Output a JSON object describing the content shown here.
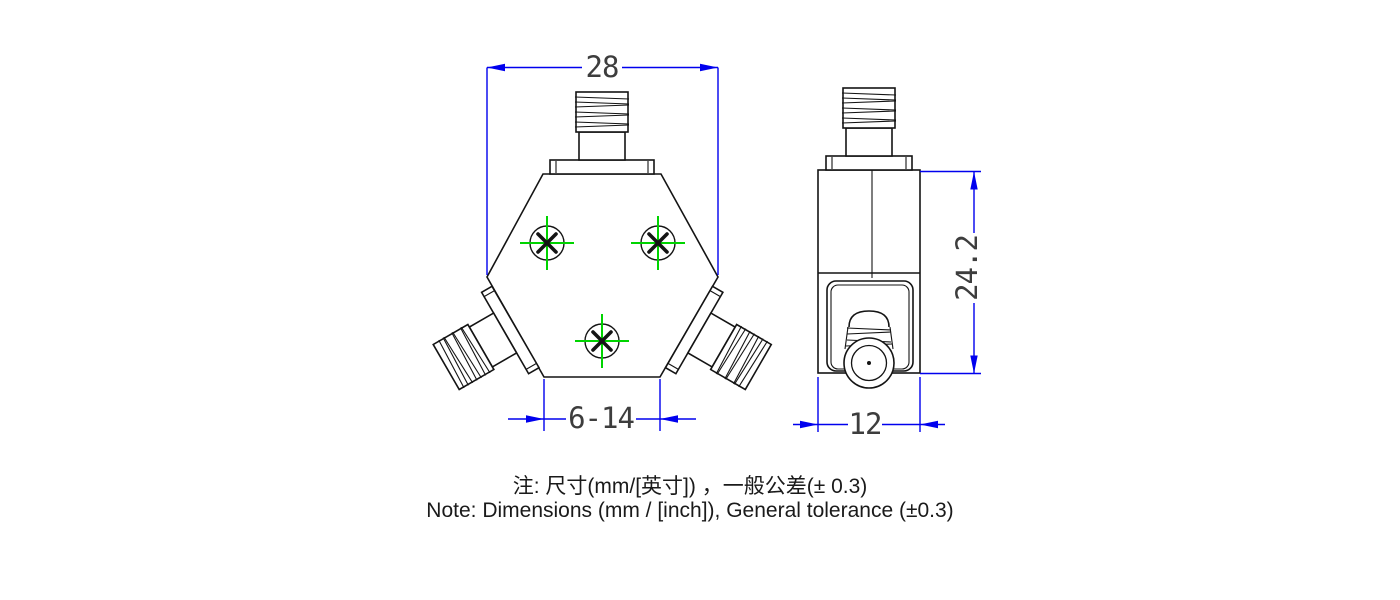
{
  "drawing": {
    "dimensions": {
      "front_width": "28",
      "front_bottom_width": "6-14",
      "side_height": "24.2",
      "side_width": "12"
    },
    "notes": {
      "zh": "注: 尺寸(mm/[英寸]) ，一般公差(± 0.3)",
      "en": "Note: Dimensions (mm / [inch]), General tolerance (±0.3)"
    },
    "colors": {
      "outline": "#141414",
      "dimension_blue": "#0000ee",
      "centerline_green": "#00d400",
      "dimension_text": "#3d3d3d",
      "note_text": "#1a1a1a",
      "background": "#ffffff"
    },
    "views": {
      "front": {
        "screw_hole_count": 3,
        "connector_count": 3
      },
      "side": {
        "connector_count": 2
      }
    }
  }
}
